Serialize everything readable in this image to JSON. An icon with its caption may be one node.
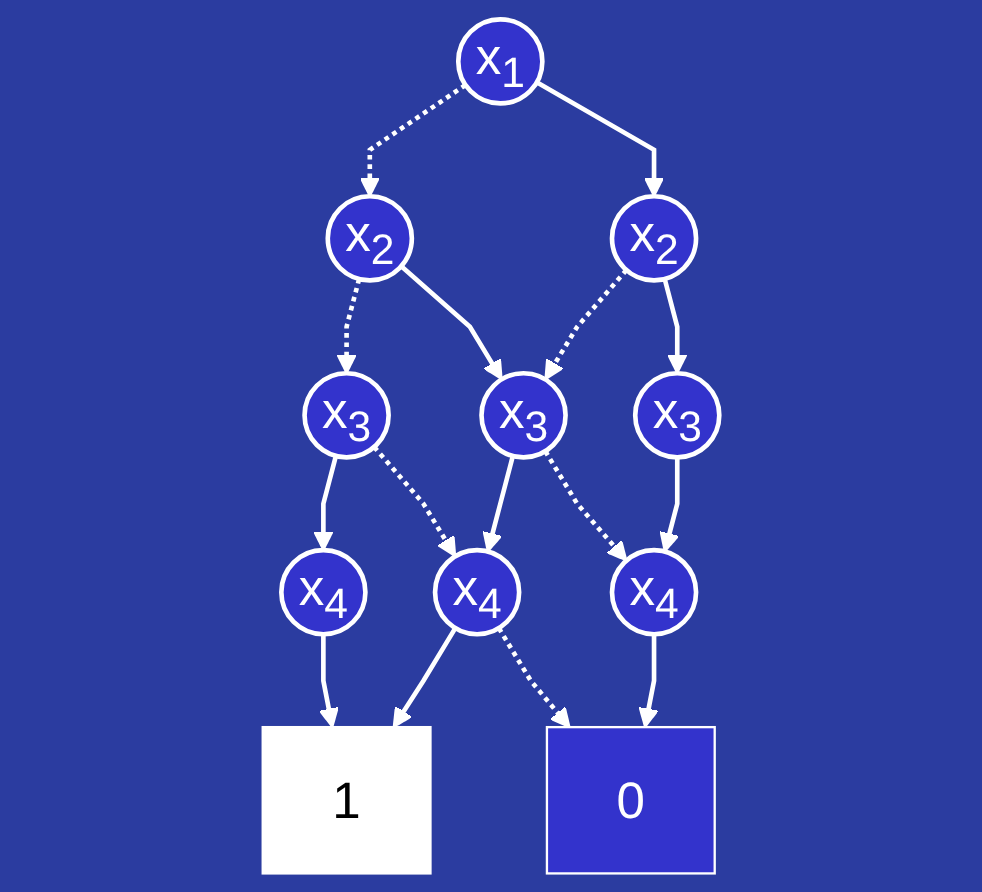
{
  "diagram": {
    "nodes": [
      {
        "text": [
          "x$_{1}$"
        ]
      },
      {
        "text": [
          "x$_{2}$"
        ]
      },
      {
        "text": [
          "x$_{2}$"
        ]
      },
      {
        "text": [
          "x$_{3}$"
        ]
      },
      {
        "text": [
          "x$_{3}$"
        ]
      },
      {
        "text": [
          "x$_{3}$"
        ]
      },
      {
        "text": [
          "x$_{4}$"
        ]
      },
      {
        "text": [
          "x$_{4}$"
        ]
      },
      {
        "text": [
          "x$_{4}$"
        ]
      },
      {
        "text": [
          "0"
        ]
      },
      {
        "text": [
          "1"
        ]
      }
    ],
    "edges": [
      {
        "from": 0,
        "to": 1,
        "arrow": "to",
        "style": "dashed"
      },
      {
        "from": 0,
        "to": 2,
        "arrow": "to"
      },
      {
        "from": 1,
        "to": 3,
        "arrow": "to",
        "style": "dashed"
      },
      {
        "from": 1,
        "to": 4,
        "arrow": "to"
      },
      {
        "from": 2,
        "to": 4,
        "arrow": "to",
        "style": "dashed"
      },
      {
        "from": 2,
        "to": 5,
        "arrow": "to"
      },
      {
        "from": 3,
        "to": 6,
        "arrow": "to"
      },
      {
        "from": 3,
        "to": 7,
        "arrow": "to",
        "style": "dashed"
      },
      {
        "from": 4,
        "to": 7,
        "arrow": "to"
      },
      {
        "from": 4,
        "to": 8,
        "arrow": "to",
        "style": "dashed"
      },
      {
        "from": 5,
        "to": 8,
        "arrow": "to"
      },
      {
        "from": 6,
        "to": 10,
        "arrow": "to"
      },
      {
        "from": 7,
        "to": 9,
        "arrow": "to",
        "style": "dashed"
      },
      {
        "from": 7,
        "to": 10,
        "arrow": "to"
      },
      {
        "from": 8,
        "to": 9,
        "arrow": "to"
      }
    ]
  }
}
